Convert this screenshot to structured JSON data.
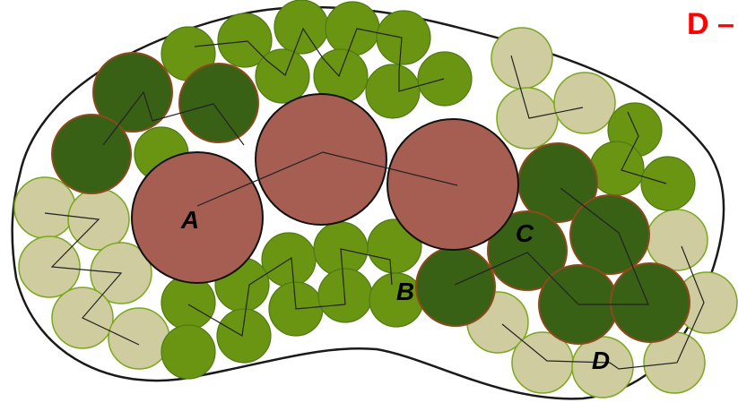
{
  "header": {
    "title": "D –"
  },
  "colors": {
    "title": "#ff0000",
    "outline": "#1a1a1a",
    "large_fill": "#a65d52",
    "large_stroke": "#111111",
    "dark_green": "#386116",
    "dark_green_stroke": "#8a4a1c",
    "mid_green": "#6a9512",
    "mid_green_stroke": "#4f7a12",
    "pale_green": "#cfcc9f",
    "pale_green_stroke": "#7aa81e",
    "path_line": "#222222"
  },
  "labels": [
    {
      "id": "A",
      "text": "A"
    },
    {
      "id": "B",
      "text": "B"
    },
    {
      "id": "C",
      "text": "C"
    },
    {
      "id": "D",
      "text": "D"
    }
  ]
}
